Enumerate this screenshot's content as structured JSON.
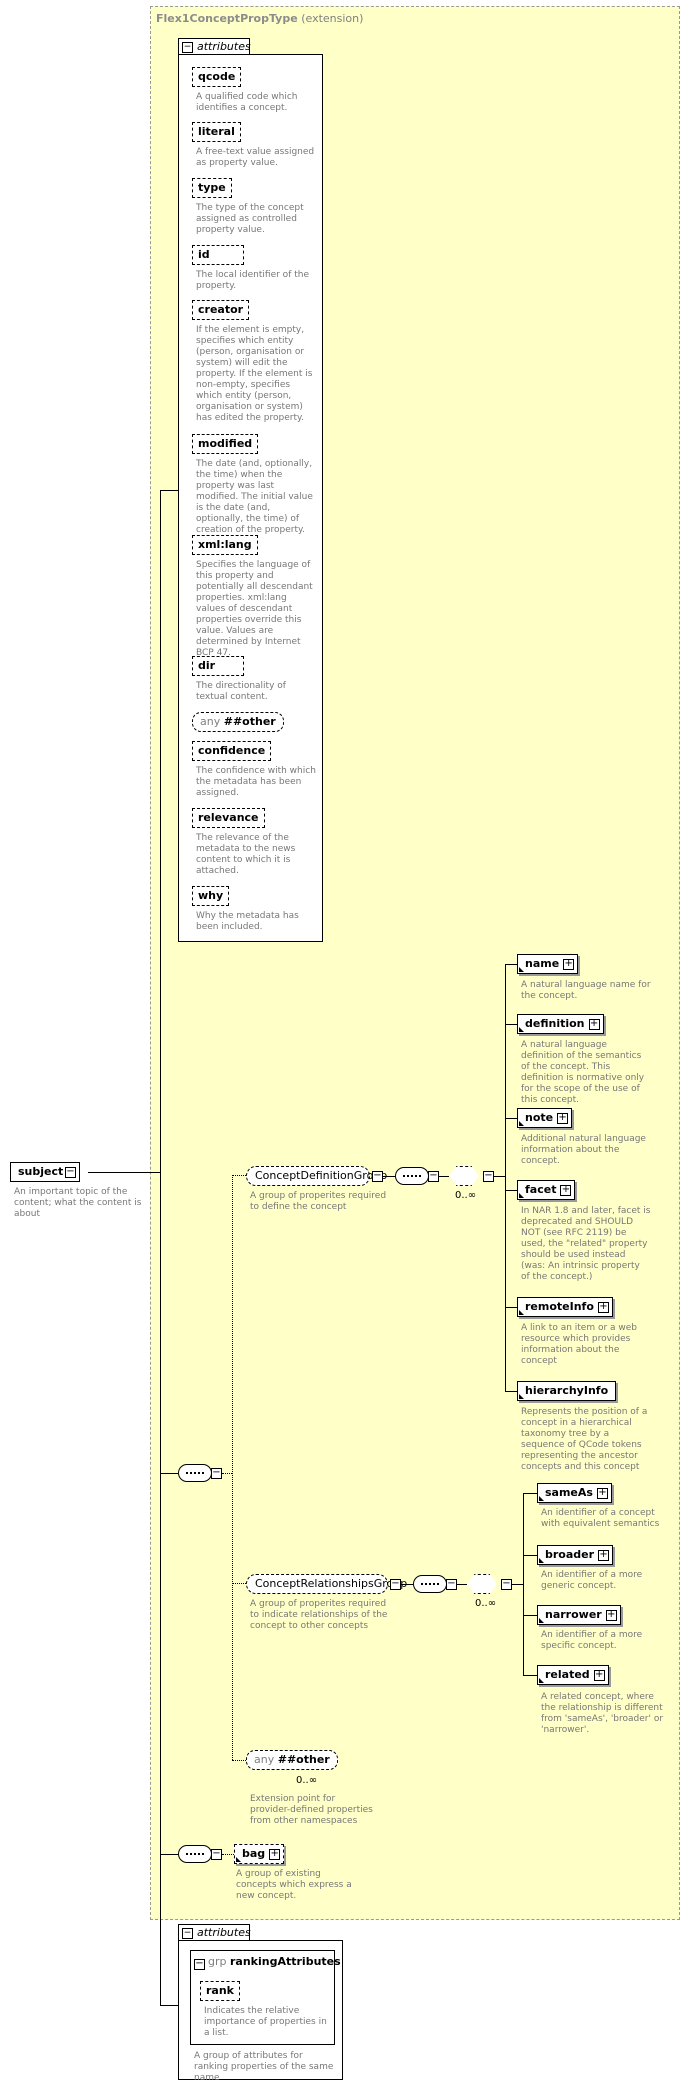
{
  "type_box": {
    "name": "Flex1ConceptPropType",
    "qualifier": "(extension)"
  },
  "attributes_label": "attributes",
  "attributes": [
    {
      "name": "qcode",
      "doc": "A qualified code which identifies a concept."
    },
    {
      "name": "literal",
      "doc": "A free-text value assigned as property value."
    },
    {
      "name": "type",
      "doc": "The type of the concept assigned as controlled property value."
    },
    {
      "name": "id",
      "doc": "The local identifier of the property."
    },
    {
      "name": "creator",
      "doc": "If the element is empty, specifies which entity (person, organisation or system) will edit the property. If the element is non-empty, specifies which entity (person, organisation or system) has edited the property."
    },
    {
      "name": "modified",
      "doc": "The date (and, optionally, the time) when the property was last modified. The initial value is the date (and, optionally, the time) of creation of the property."
    },
    {
      "name": "xml:lang",
      "doc": "Specifies the language of this property and potentially all descendant properties. xml:lang values of descendant properties override this value. Values are determined by Internet BCP 47."
    },
    {
      "name": "dir",
      "doc": "The directionality of textual content."
    },
    {
      "name": "confidence",
      "doc": "The confidence with which the metadata has been assigned."
    },
    {
      "name": "relevance",
      "doc": "The relevance of the metadata to the news content to which it is attached."
    },
    {
      "name": "why",
      "doc": "Why the metadata has been included."
    }
  ],
  "any_attr": {
    "kw": "any",
    "ns": "##other"
  },
  "root": {
    "name": "subject",
    "doc": "An important topic of the content; what the content is about"
  },
  "concept_definition_group": {
    "name": "ConceptDefinitionGroup",
    "doc": "A group of properites required to define the concept",
    "cardinality": "0..∞",
    "children": [
      {
        "name": "name",
        "doc": "A natural language name for the concept."
      },
      {
        "name": "definition",
        "doc": "A natural language definition of the semantics of the concept. This definition is normative only for the scope of the use of this concept."
      },
      {
        "name": "note",
        "doc": "Additional natural language information about the concept."
      },
      {
        "name": "facet",
        "doc": "In NAR 1.8 and later, facet is deprecated and SHOULD NOT (see RFC 2119) be used, the \"related\" property should be used instead (was: An intrinsic property of the concept.)"
      },
      {
        "name": "remoteInfo",
        "doc": "A link to an item or a web resource which provides information about the concept"
      },
      {
        "name": "hierarchyInfo",
        "doc": "Represents the position of a concept in a hierarchical taxonomy tree by a sequence of QCode tokens representing the ancestor concepts and this concept"
      }
    ]
  },
  "concept_relationships_group": {
    "name": "ConceptRelationshipsGroup",
    "doc": "A group of properites required to indicate relationships of the concept to other concepts",
    "cardinality": "0..∞",
    "children": [
      {
        "name": "sameAs",
        "doc": "An identifier of a concept with equivalent semantics"
      },
      {
        "name": "broader",
        "doc": "An identifier of a more generic concept."
      },
      {
        "name": "narrower",
        "doc": "An identifier of a more specific concept."
      },
      {
        "name": "related",
        "doc": "A related concept, where the relationship is different from 'sameAs', 'broader' or 'narrower'."
      }
    ]
  },
  "any_element": {
    "kw": "any",
    "ns": "##other",
    "cardinality": "0..∞",
    "doc": "Extension point for provider-defined properties from other namespaces"
  },
  "bag": {
    "name": "bag",
    "doc": "A group of existing concepts which express a new concept."
  },
  "ranking": {
    "grp_kw": "grp",
    "name": "rankingAttributes",
    "attr": {
      "name": "rank",
      "doc": "Indicates the relative importance of properties in a list."
    },
    "doc": "A group of attributes for ranking properties of the same name"
  }
}
